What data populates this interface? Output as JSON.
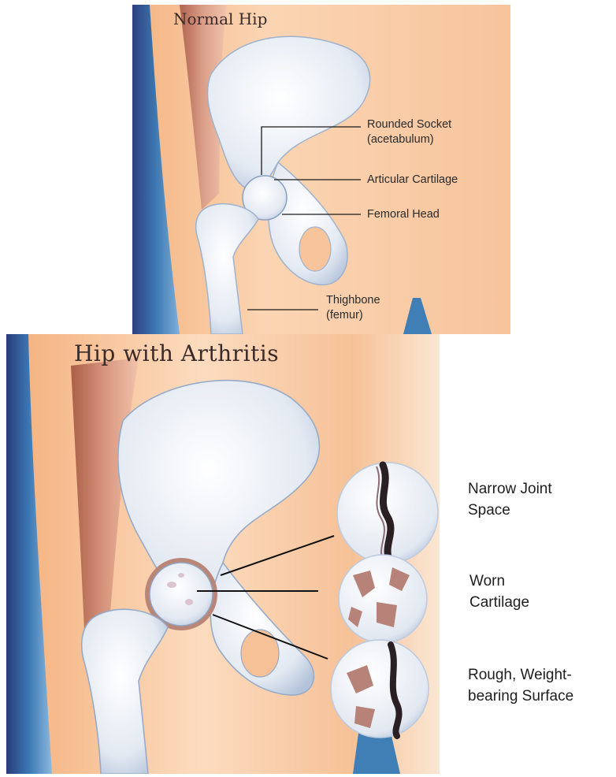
{
  "normal": {
    "title": "Normal Hip",
    "labels": {
      "socket_line1": "Rounded Socket",
      "socket_line2": "(acetabulum)",
      "cartilage": "Articular Cartilage",
      "femoral_head": "Femoral Head",
      "thighbone_line1": "Thighbone",
      "thighbone_line2": "(femur)"
    }
  },
  "arthritis": {
    "title": "Hip with Arthritis",
    "labels": {
      "narrow_line1": "Narrow Joint",
      "narrow_line2": "Space",
      "worn_line1": "Worn",
      "worn_line2": "Cartilage",
      "rough_line1": "Rough, Weight-",
      "rough_line2": "bearing Surface"
    }
  },
  "colors": {
    "skin_light": "#fde3c6",
    "skin_dark": "#f2a66c",
    "bone": "#e8edf4",
    "bone_shadow": "#aebfd6",
    "muscle": "#c97a6a",
    "blue_edge": "#2f6aa3",
    "callout_line": "#111111"
  }
}
